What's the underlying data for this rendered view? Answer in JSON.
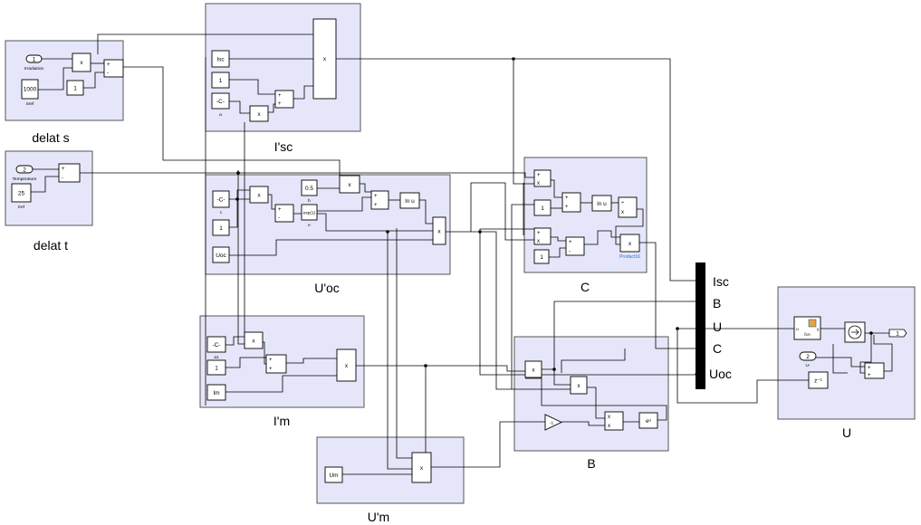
{
  "subsystems": {
    "delta_s": {
      "label": "delat s",
      "irradiation": {
        "port": "1",
        "name": "Irradiation"
      },
      "sref": {
        "value": "1000",
        "name": "Sref"
      },
      "one": "1",
      "mul": "x",
      "sum_signs": [
        "+",
        "-"
      ]
    },
    "delta_t": {
      "label": "delat t",
      "temperature": {
        "port": "2",
        "name": "Temperature"
      },
      "tref": {
        "value": "25",
        "name": "tref"
      },
      "sum_signs": [
        "+",
        "-"
      ]
    },
    "isc_prime": {
      "label": "I'sc",
      "isc": "Isc",
      "one": "1",
      "a": {
        "value": "-C-",
        "name": "a"
      },
      "mul": "x",
      "mul2": "x"
    },
    "uoc_prime": {
      "label": "U'oc",
      "c": {
        "value": "-C-",
        "name": "c"
      },
      "one": "1",
      "uoc": "Uoc",
      "b": {
        "value": "0.5",
        "name": "b"
      },
      "e": {
        "value": "exp(1)",
        "name": "e"
      },
      "ln": "ln u",
      "mul": "x"
    },
    "im_prime": {
      "label": "I'm",
      "a1": {
        "value": "-C-",
        "name": "a1"
      },
      "one": "1",
      "im": "Im",
      "mul": "x"
    },
    "um_prime": {
      "label": "U'm",
      "um": "Um",
      "mul": "x"
    },
    "c": {
      "label": "C",
      "one_a": "1",
      "one_b": "1",
      "ln": "ln u",
      "mul": "x",
      "product_name": "Product16"
    },
    "b": {
      "label": "B",
      "gain": "-1",
      "exp": "eᵘ",
      "mul": "x"
    },
    "u": {
      "label": "U",
      "fcn": "fcn",
      "fcn_port_in": "u",
      "fcn_port_out": "y",
      "out_port": "1",
      "in_port": {
        "port": "2",
        "name": "U-"
      },
      "delay": "z⁻¹"
    }
  },
  "mux_labels": [
    "Isc",
    "B",
    "U",
    "C",
    "Uoc"
  ]
}
